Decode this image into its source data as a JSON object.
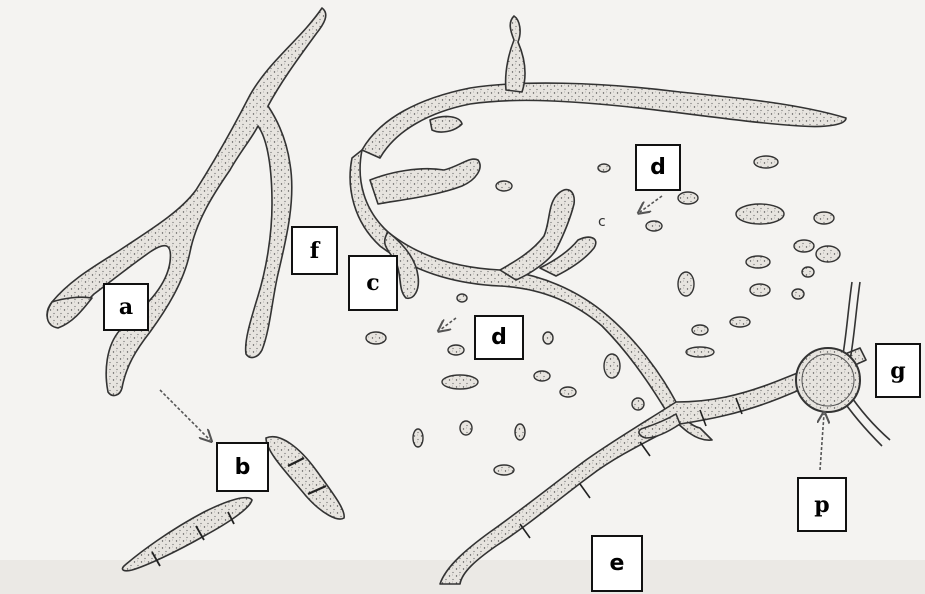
{
  "labels": {
    "a": "a",
    "b": "b",
    "c": "c",
    "d_upper": "d",
    "d_lower": "d",
    "e": "e",
    "f": "f",
    "g": "g",
    "p": "p",
    "c_inline": "c"
  },
  "colors": {
    "background": "#f4f3f1",
    "hypha_fill": "#e6e3de",
    "ink": "#3a3a3a",
    "arrow": "#555555"
  }
}
